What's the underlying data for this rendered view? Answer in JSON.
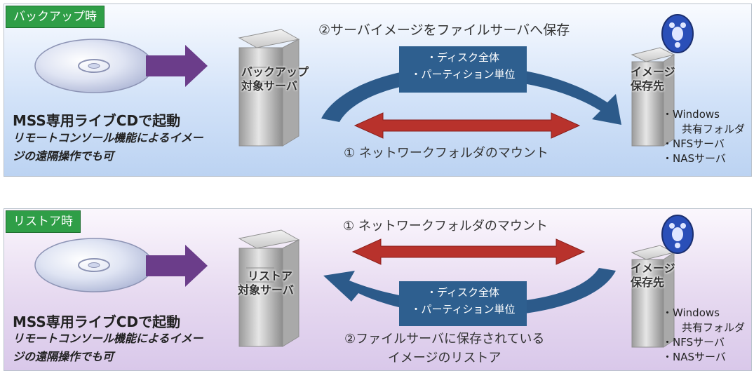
{
  "backup": {
    "tag": "バックアップ時",
    "step2": "②サーバイメージをファイルサーバへ保存",
    "box": [
      "・ディスク全体",
      "・パーティション単位"
    ],
    "server_label": [
      "バックアップ",
      "対象サーバ"
    ],
    "dest_label": [
      "イメージ",
      "保存先"
    ],
    "step1": "① ネットワークフォルダのマウント",
    "boot": "MSS専用ライブCDで起動",
    "note": [
      "リモートコンソール機能によるイメー",
      "ジの遠隔操作でも可"
    ],
    "dest_list": [
      "・Windows",
      "共有フォルダ",
      "・NFSサーバ",
      "・NASサーバ"
    ]
  },
  "restore": {
    "tag": "リストア時",
    "step1": "① ネットワークフォルダのマウント",
    "box": [
      "・ディスク全体",
      "・パーティション単位"
    ],
    "server_label": [
      "リストア",
      "対象サーバ"
    ],
    "dest_label": [
      "イメージ",
      "保存先"
    ],
    "step2": [
      "②ファイルサーバに保存されている",
      "イメージのリストア"
    ],
    "boot": "MSS専用ライブCDで起動",
    "note": [
      "リモートコンソール機能によるイメー",
      "ジの遠隔操作でも可"
    ],
    "dest_list": [
      "・Windows",
      "共有フォルダ",
      "・NFSサーバ",
      "・NASサーバ"
    ]
  },
  "colors": {
    "tag_green": "#2f9e47",
    "box_blue": "#2e5f8f",
    "arrow_purple": "#6b3d8a",
    "arrow_red": "#b8322c",
    "curve_blue": "#2c5a8a"
  }
}
